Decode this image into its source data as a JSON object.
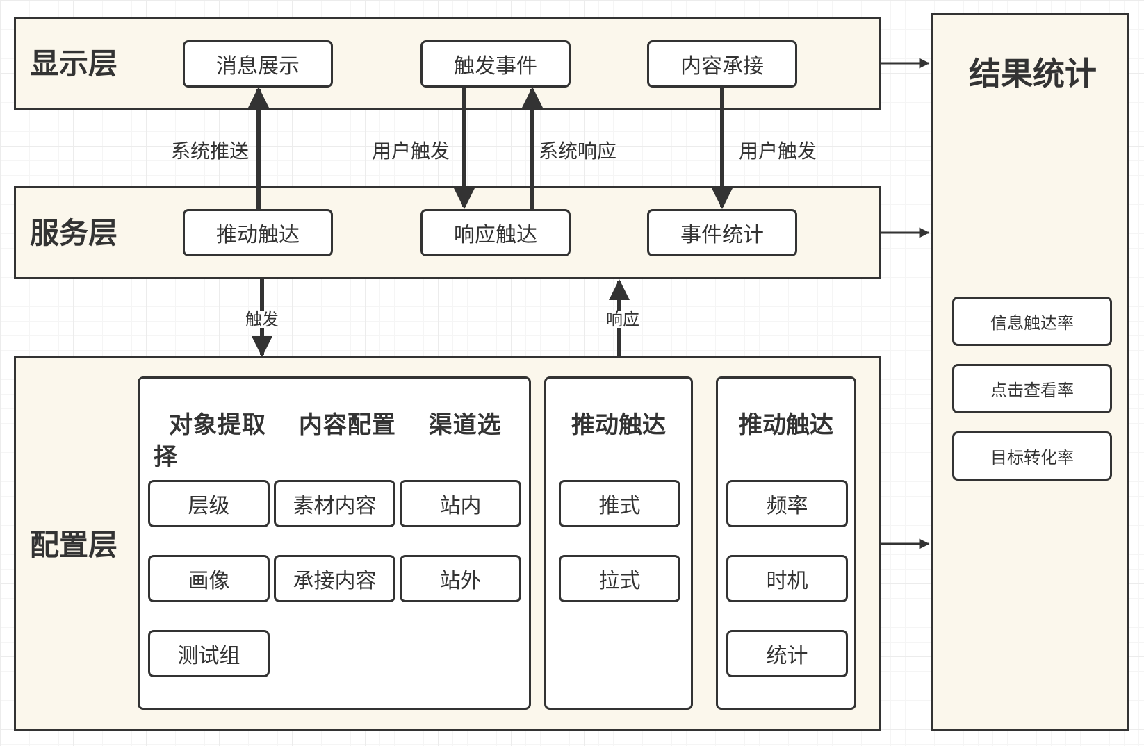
{
  "layers": {
    "display": {
      "title": "显示层",
      "boxes": [
        "消息展示",
        "触发事件",
        "内容承接"
      ]
    },
    "service": {
      "title": "服务层",
      "boxes": [
        "推动触达",
        "响应触达",
        "事件统计"
      ]
    },
    "config": {
      "title": "配置层",
      "panel1": {
        "title": "对象提取 内容配置 渠道选择",
        "col1": [
          "层级",
          "画像",
          "测试组"
        ],
        "col2": [
          "素材内容",
          "承接内容"
        ],
        "col3": [
          "站内",
          "站外"
        ]
      },
      "panel2": {
        "title": "推动触达",
        "items": [
          "推式",
          "拉式"
        ]
      },
      "panel3": {
        "title": "推动触达",
        "items": [
          "频率",
          "时机",
          "统计"
        ]
      }
    }
  },
  "result": {
    "title": "结果统计",
    "items": [
      "信息触达率",
      "点击查看率",
      "目标转化率"
    ]
  },
  "edge_labels": {
    "system_push": "系统推送",
    "user_trigger_1": "用户触发",
    "system_response": "系统响应",
    "user_trigger_2": "用户触发",
    "trigger": "触发",
    "response": "响应"
  },
  "colors": {
    "layer_fill": "#fbf7ec",
    "stroke": "#333333",
    "box_fill": "#ffffff"
  }
}
